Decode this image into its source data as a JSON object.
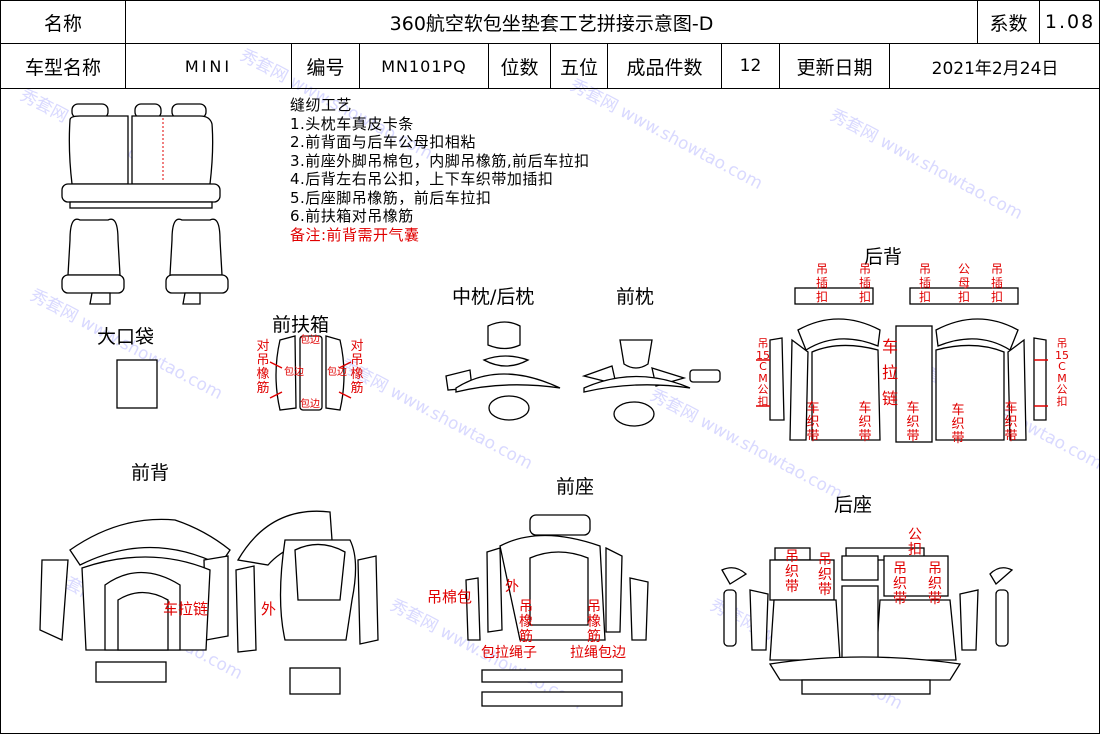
{
  "header": {
    "row1": {
      "name_label": "名称",
      "title": "360航空软包坐垫套工艺拼接示意图-D",
      "coef_label": "系数",
      "coef_value": "1.08"
    },
    "row2": {
      "model_label": "车型名称",
      "model_value": "MINI",
      "code_label": "编号",
      "code_value": "MN101PQ",
      "seats_label": "位数",
      "seats_value": "五位",
      "pieces_label": "成品件数",
      "pieces_value": "12",
      "date_label": "更新日期",
      "date_value": "2021年2月24日"
    }
  },
  "notes": {
    "title": "缝纫工艺",
    "items": [
      "1.头枕车真皮卡条",
      "2.前背面与后车公母扣相粘",
      "3.前座外脚吊棉包，内脚吊橡筋,前后车拉扣",
      "4.后背左右吊公扣，上下车织带加插扣",
      "5.后座脚吊橡筋，前后车拉扣",
      "6.前扶箱对吊橡筋"
    ],
    "remark": "备注:前背需开气囊"
  },
  "sections": {
    "big_pocket": "大口袋",
    "front_armrest": "前扶箱",
    "mid_rear_headrest": "中枕/后枕",
    "front_headrest": "前枕",
    "rear_back": "后背",
    "front_back": "前背",
    "front_seat": "前座",
    "rear_seat": "后座"
  },
  "annotations": {
    "armrest_left": "对吊橡筋",
    "armrest_right": "对吊橡筋",
    "armrest_edge_1": "包边",
    "armrest_edge_2": "包边",
    "armrest_edge_3": "包边",
    "armrest_edge_4": "包边",
    "rb_top_1": "吊插扣",
    "rb_top_2": "吊插扣",
    "rb_top_3": "吊插扣",
    "rb_top_4": "公母扣",
    "rb_top_5": "吊插扣",
    "rb_side_left": "吊15CM公扣",
    "rb_side_right": "吊15CM公扣",
    "rb_car_zipper": "车拉链",
    "rb_strap_1": "车织带",
    "rb_strap_2": "车织带",
    "rb_strap_3": "车织带",
    "rb_strap_4": "车织带",
    "rb_strap_5": "车织带",
    "fb_zipper": "车拉链",
    "fb_outer": "外",
    "fs_cotton": "吊棉包",
    "fs_outer": "外",
    "fs_elastic_1": "吊橡筋",
    "fs_elastic_2": "吊橡筋",
    "fs_pull_1": "包拉绳子",
    "fs_pull_2": "拉绳包边",
    "rs_strap_1": "吊织带",
    "rs_strap_2": "吊织带",
    "rs_strap_3": "吊织带",
    "rs_strap_4": "吊织带",
    "rs_male": "公扣"
  },
  "watermark": "秀套网 www.showtao.com",
  "colors": {
    "annotation": "#e00000",
    "watermark": "#d9d9ff",
    "line": "#000000"
  }
}
